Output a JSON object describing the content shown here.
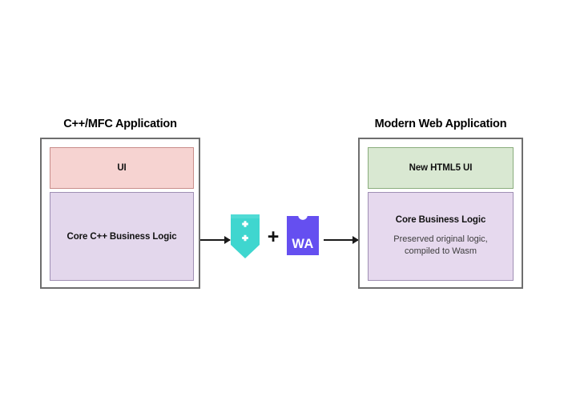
{
  "diagram": {
    "type": "migration-architecture",
    "background_color": "#ffffff"
  },
  "legacy_panel": {
    "title": "C++/MFC Application",
    "layers": [
      {
        "label": "UI",
        "fill": "#f6d3d1",
        "stroke": "#c98d8a"
      },
      {
        "label": "Core C++ Business Logic",
        "fill": "#e3d7ec",
        "stroke": "#9f8fb4"
      }
    ]
  },
  "modern_panel": {
    "title": "Modern Web Application",
    "layers": [
      {
        "label": "New HTML5 UI",
        "fill": "#d9e8d2",
        "stroke": "#8aad7c"
      },
      {
        "label": "Core Business Logic",
        "sub_line1": "Preserved original logic,",
        "sub_line2": "compiled to Wasm",
        "fill": "#e6d9ee",
        "stroke": "#9f8fb4"
      }
    ]
  },
  "transform": {
    "cpp_icon_name": "cpp-shield-icon",
    "cpp_icon_color": "#3fd6cf",
    "plus_label": "+",
    "wasm_icon_name": "webassembly-icon",
    "wasm_icon_color": "#654ff0",
    "wasm_icon_text": "WA",
    "arrow_in_name": "arrow-legacy-to-cpp",
    "arrow_out_name": "arrow-wasm-to-modern",
    "arrow_color": "#1a1a1a"
  }
}
